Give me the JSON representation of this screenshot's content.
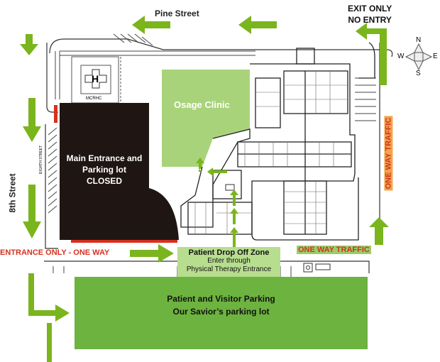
{
  "streets": {
    "pine": "Pine Street",
    "eighth": "8th Street",
    "eighth_small": "EIGHTH STREET"
  },
  "exit": {
    "line1": "EXIT ONLY",
    "line2": "NO ENTRY"
  },
  "compass": {
    "n": "N",
    "s": "S",
    "e": "E",
    "w": "W"
  },
  "helipad": {
    "letter": "H",
    "label": "MCRHC"
  },
  "clinic": {
    "label": "Osage Clinic"
  },
  "main_lot": {
    "line1": "Main Entrance and",
    "line2": "Parking lot",
    "line3": "CLOSED"
  },
  "entrance": {
    "label": "ENTRANCE ONLY - ONE WAY"
  },
  "one_way": {
    "vertical": "ONE WAY TRAFFIC",
    "horizontal": "ONE WAY TRAFFIC"
  },
  "drop_off": {
    "title": "Patient Drop Off Zone",
    "line2": "Enter through",
    "line3": "Physical Therapy Entrance"
  },
  "parking": {
    "line1": "Patient and Visitor Parking",
    "line2": "Our Savior’s parking lot"
  },
  "colors": {
    "arrow": "#7ab51d",
    "clinic": "#a9d37a",
    "parking": "#6db33f",
    "dropoff": "#b7dd8f",
    "closed": "#1f1614",
    "warning": "#d7301f"
  }
}
